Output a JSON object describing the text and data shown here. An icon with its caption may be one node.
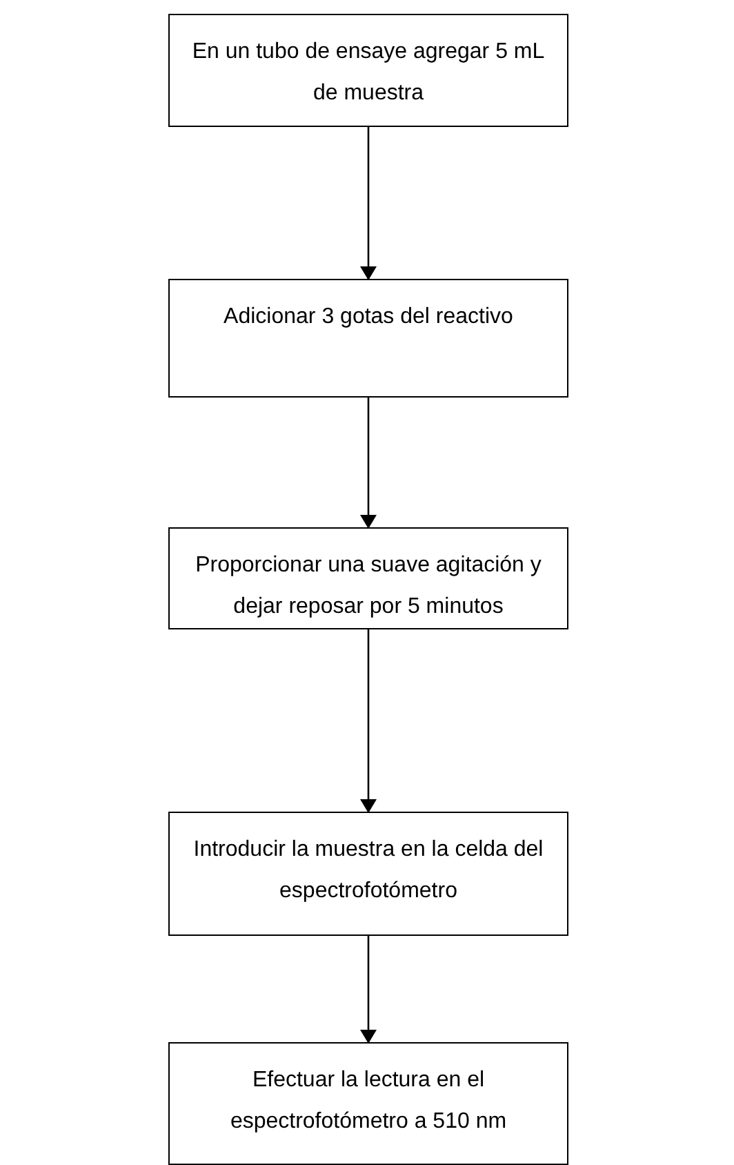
{
  "diagram": {
    "nodes": [
      {
        "text": [
          "En un tubo de ensaye agregar 5 mL de muestra"
        ]
      },
      {
        "text": [
          "Adicionar 3 gotas del reactivo"
        ]
      },
      {
        "text": [
          "Proporcionar una suave agitación y dejar reposar por 5 minutos"
        ]
      },
      {
        "text": [
          "Introducir la muestra en la celda del espectrofotómetro"
        ]
      },
      {
        "text": [
          "Efectuar la lectura en el espectrofotómetro a 510 nm"
        ]
      }
    ],
    "edges": [
      {
        "from": 0,
        "to": 1,
        "arrow": "to"
      },
      {
        "from": 1,
        "to": 2,
        "arrow": "to"
      },
      {
        "from": 2,
        "to": 3,
        "arrow": "to"
      },
      {
        "from": 3,
        "to": 4,
        "arrow": "to"
      }
    ]
  }
}
